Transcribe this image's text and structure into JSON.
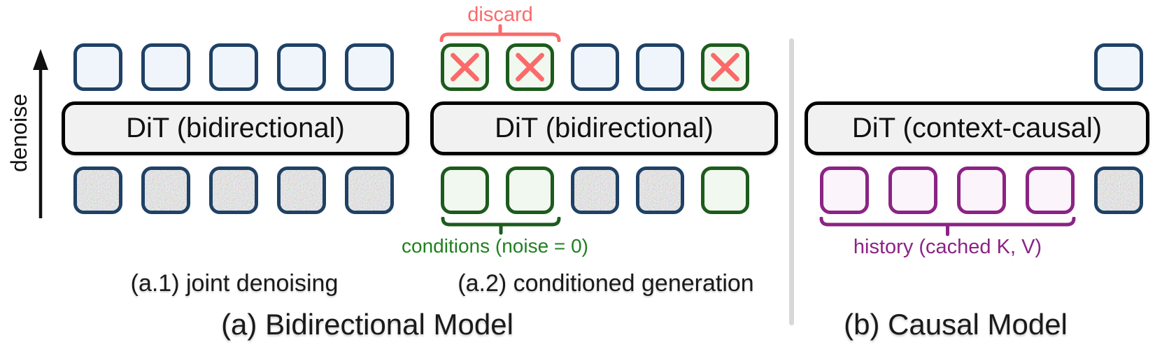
{
  "figure": {
    "denoise_axis": {
      "label": "denoise"
    },
    "panel_a": {
      "caption": "(a) Bidirectional Model",
      "sub1": {
        "caption": "(a.1) joint denoising",
        "dit_label": "DiT (bidirectional)",
        "top_tokens": [
          "blank",
          "blank",
          "blank",
          "blank",
          "blank"
        ],
        "bottom_tokens": [
          "noise",
          "noise",
          "noise",
          "noise",
          "noise"
        ]
      },
      "sub2": {
        "caption": "(a.2) conditioned generation",
        "dit_label": "DiT (bidirectional)",
        "discard_label": "discard",
        "conditions_label": "conditions (noise = 0)",
        "top_tokens": [
          "cross",
          "cross",
          "blank",
          "blank",
          "cross"
        ],
        "bottom_tokens": [
          "condition",
          "condition",
          "noise",
          "noise",
          "condition"
        ]
      }
    },
    "panel_b": {
      "caption": "(b) Causal Model",
      "dit_label": "DiT (context-causal)",
      "history_label": "history (cached K, V)",
      "top_tokens": [
        "blank"
      ],
      "bottom_tokens": [
        "history",
        "history",
        "history",
        "history",
        "noise"
      ]
    },
    "colors": {
      "navy_border": "#1f4165",
      "blue_fill": "#eff5fb",
      "green_border": "#1d5b1d",
      "green_fill": "#f1f8ef",
      "green_label": "#208020",
      "salmon": "#fb6a6a",
      "purple": "#8b2385",
      "purple_fill": "#fcf4fb",
      "dit_fill": "#f1f1f1",
      "dit_border": "#000000",
      "divider": "#d8d8d8",
      "text": "#1a1a1a"
    }
  }
}
